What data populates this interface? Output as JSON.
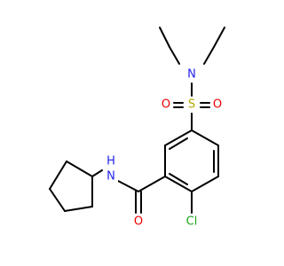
{
  "atoms": [
    {
      "id": "S",
      "text": "S",
      "color": "#b3a600"
    },
    {
      "id": "N_sulf",
      "text": "N",
      "color": "#2222ee"
    },
    {
      "id": "O1",
      "text": "O",
      "color": "#ee0000"
    },
    {
      "id": "O2",
      "text": "O",
      "color": "#ee0000"
    },
    {
      "id": "O_amide",
      "text": "O",
      "color": "#ee0000"
    },
    {
      "id": "NH",
      "text": "N",
      "color": "#2222ee"
    },
    {
      "id": "H",
      "text": "H",
      "color": "#2222ee"
    },
    {
      "id": "Cl",
      "text": "Cl",
      "color": "#1ca61c"
    }
  ]
}
